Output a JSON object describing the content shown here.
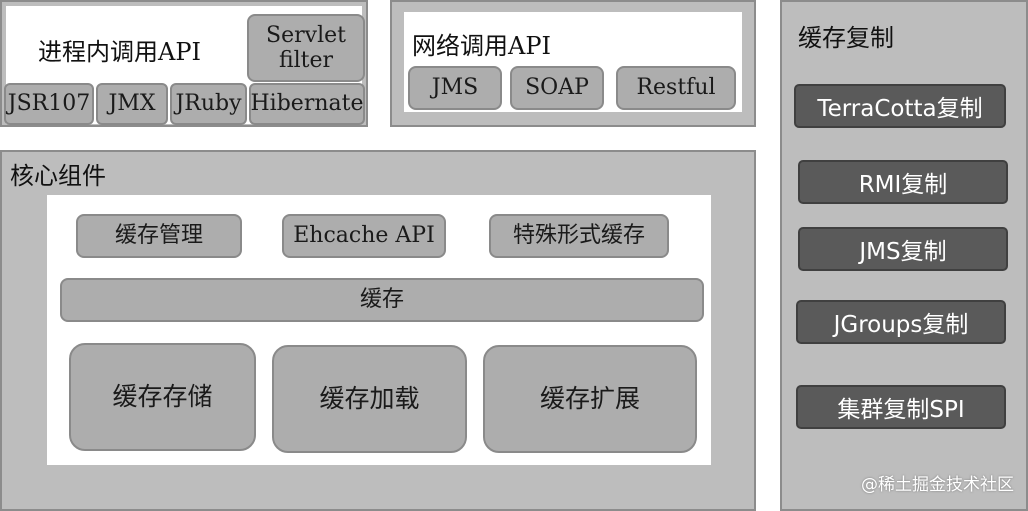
{
  "inprocess": {
    "title": "进程内调用API",
    "servlet": "Servlet\nfilter",
    "items": [
      "JSR107",
      "JMX",
      "JRuby",
      "Hibernate"
    ]
  },
  "network": {
    "title": "网络调用API",
    "items": [
      "JMS",
      "SOAP",
      "Restful"
    ]
  },
  "core": {
    "title": "核心组件",
    "row1": [
      "缓存管理",
      "Ehcache API",
      "特殊形式缓存"
    ],
    "cache": "缓存",
    "row3": [
      "缓存存储",
      "缓存加载",
      "缓存扩展"
    ]
  },
  "replication": {
    "title": "缓存复制",
    "items": [
      "TerraCotta复制",
      "RMI复制",
      "JMS复制",
      "JGroups复制",
      "集群复制SPI"
    ]
  },
  "watermark": "@稀土掘金技术社区"
}
